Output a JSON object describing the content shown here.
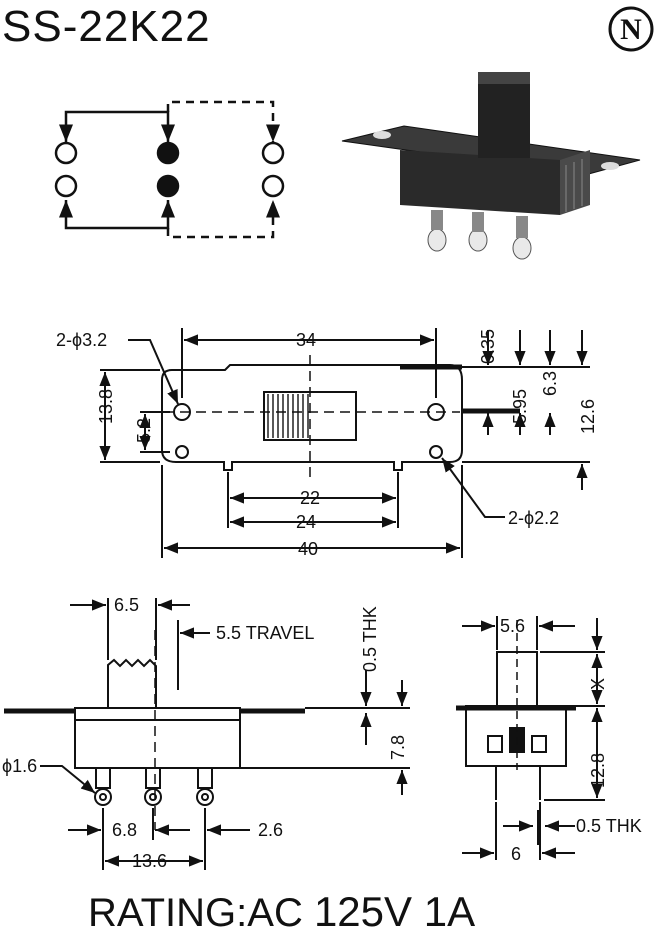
{
  "title": "SS-22K22",
  "logo": {
    "letter": "N",
    "icon": "brand-n-logo"
  },
  "rating": {
    "prefix": "RATING:AC",
    "value": "125V 1A"
  },
  "top_view": {
    "dim_width": "34",
    "dim_hole_big": "2-ϕ3.2",
    "dim_hole_small": "2-ϕ2.2",
    "dim_height": "13.8",
    "dim_pin_offset": "5.2",
    "dim_035": "0.35",
    "dim_595": "5.95",
    "dim_63": "6.3",
    "dim_126": "12.6",
    "dim_22": "22",
    "dim_24": "24",
    "dim_40": "40"
  },
  "side_view": {
    "dim_65": "6.5",
    "travel": "5.5 TRAVEL",
    "thk": "0.5 THK",
    "dim_78": "7.8",
    "dim_pin": "ϕ1.6",
    "dim_68": "6.8",
    "dim_26": "2.6",
    "dim_136": "13.6"
  },
  "end_view": {
    "dim_56": "5.6",
    "dim_x": "X",
    "dim_128": "12.8",
    "thk": "0.5 THK",
    "dim_6": "6"
  }
}
